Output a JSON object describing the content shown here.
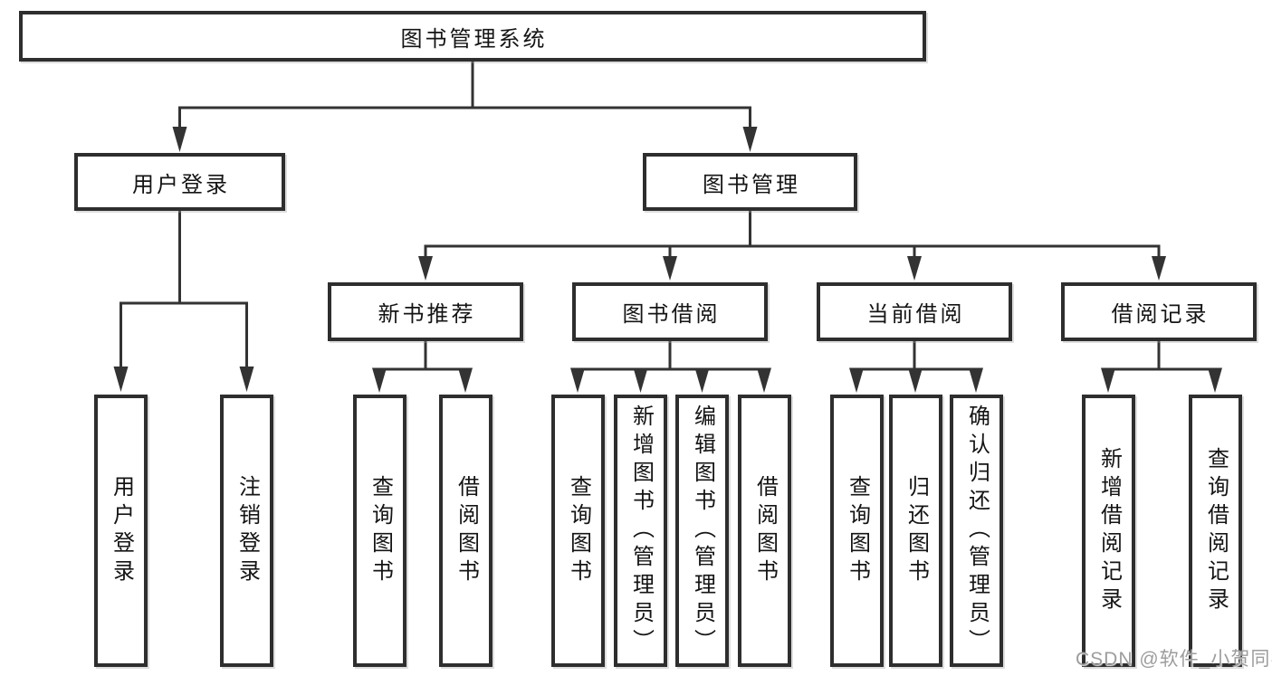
{
  "diagram": {
    "root": {
      "label": "图书管理系统"
    },
    "level2": [
      {
        "label": "用户登录"
      },
      {
        "label": "图书管理"
      }
    ],
    "level3": [
      {
        "label": "新书推荐"
      },
      {
        "label": "图书借阅"
      },
      {
        "label": "当前借阅"
      },
      {
        "label": "借阅记录"
      }
    ],
    "leaves": {
      "user_login": [
        "用户登录",
        "注销登录"
      ],
      "new_book": [
        "查询图书",
        "借阅图书"
      ],
      "borrow": [
        "查询图书",
        "新增图书（管理员）",
        "编辑图书（管理员）",
        "借阅图书"
      ],
      "current": [
        "查询图书",
        "归还图书",
        "确认归还（管理员）"
      ],
      "records": [
        "新增借阅记录",
        "查询借阅记录"
      ]
    },
    "colors": {
      "line": "#333333",
      "box_border": "#2e2e2e",
      "text": "#141414",
      "watermark": "#9d9d9d"
    }
  },
  "watermark": {
    "text": "CSDN @软件_小贺同学"
  }
}
